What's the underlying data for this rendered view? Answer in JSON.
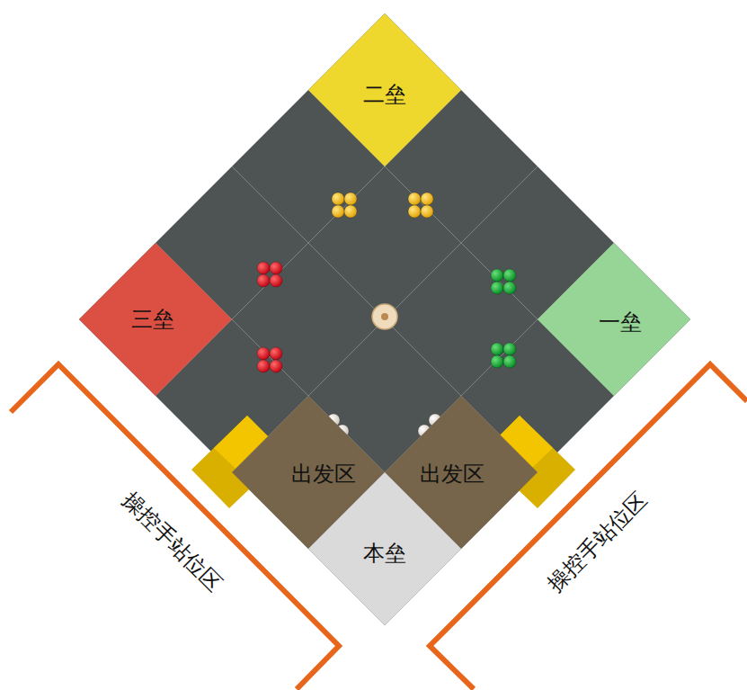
{
  "diagram": {
    "nodes": [
      {
        "text": [
          "二垒"
        ]
      },
      {
        "text": [
          "三垒"
        ]
      },
      {
        "text": [
          "一垒"
        ]
      },
      {
        "text": [
          "出发区"
        ]
      },
      {
        "text": [
          "出发区"
        ]
      },
      {
        "text": [
          "本垒"
        ]
      }
    ],
    "labels": [
      "操控手站位区",
      "操控手站位区"
    ]
  }
}
